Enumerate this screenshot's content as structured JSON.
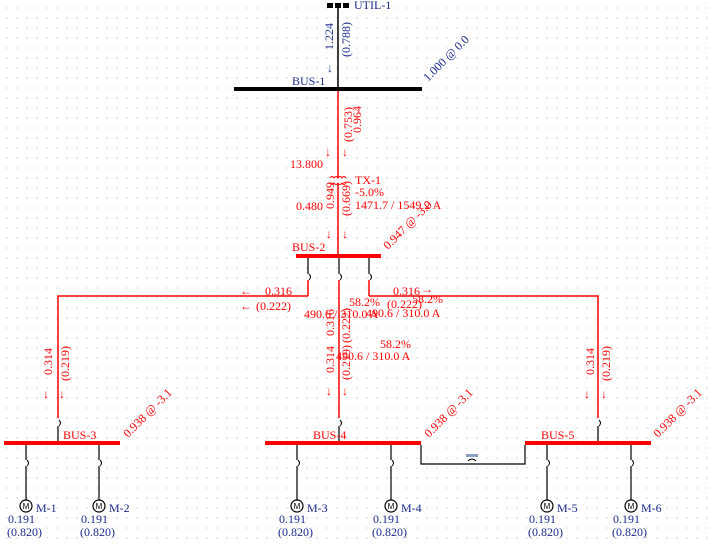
{
  "colors": {
    "energized": "#ff0000",
    "de_energized": "#000000",
    "label_blue": "#1a2a8c",
    "bus_label_red": "#ff0000"
  },
  "utility": {
    "name": "UTIL-1",
    "kw": "1.224",
    "kvar": "(0.788)"
  },
  "buses": {
    "bus1": {
      "name": "BUS-1",
      "voltage": "1.000 @ 0.0"
    },
    "bus2": {
      "name": "BUS-2",
      "voltage": "0.947 @ -3.0"
    },
    "bus3": {
      "name": "BUS-3",
      "voltage": "0.938 @ -3.1"
    },
    "bus4": {
      "name": "BUS-4",
      "voltage": "0.938 @ -3.1"
    },
    "bus5": {
      "name": "BUS-5",
      "voltage": "0.938 @ -3.1"
    }
  },
  "transformer": {
    "name": "TX-1",
    "tap": "-5.0%",
    "current": "1471.7 / 1549.2 A",
    "primary_kv": "13.800",
    "secondary_kv": "0.480",
    "primary_kw": "0.964",
    "primary_kvar": "(0.753)",
    "secondary_kw": "0.949",
    "secondary_kvar": "(0.669)"
  },
  "feeders": {
    "left": {
      "kw": "0.316",
      "kvar": "(0.222)",
      "drop_kw": "0.314",
      "drop_kvar": "(0.219)"
    },
    "center": {
      "kw": "0.316",
      "kvar": "(0.222)",
      "drop_kw": "0.314",
      "drop_kvar": "(0.219)",
      "loading_pct": "58.2%",
      "loading_current": "490.6 / 310.0 A",
      "loading_pct_2": "58.2%",
      "loading_current_2": "490.6 / 310.0 A"
    },
    "right": {
      "kw": "0.316",
      "kvar": "(0.222)",
      "drop_kw": "0.314",
      "drop_kvar": "(0.219)",
      "loading_pct": "58.2%",
      "loading_current": "490.6 / 310.0 A"
    }
  },
  "motors": [
    {
      "name": "M-1",
      "kw": "0.191",
      "kvar": "(0.820)",
      "symbol": "M"
    },
    {
      "name": "M-2",
      "kw": "0.191",
      "kvar": "(0.820)",
      "symbol": "M"
    },
    {
      "name": "M-3",
      "kw": "0.191",
      "kvar": "(0.820)",
      "symbol": "M"
    },
    {
      "name": "M-4",
      "kw": "0.191",
      "kvar": "(0.820)",
      "symbol": "M"
    },
    {
      "name": "M-5",
      "kw": "0.191",
      "kvar": "(0.820)",
      "symbol": "M"
    },
    {
      "name": "M-6",
      "kw": "0.191",
      "kvar": "(0.820)",
      "symbol": "M"
    }
  ],
  "arrows": {
    "down": "↓",
    "left": "←",
    "right": "→"
  }
}
